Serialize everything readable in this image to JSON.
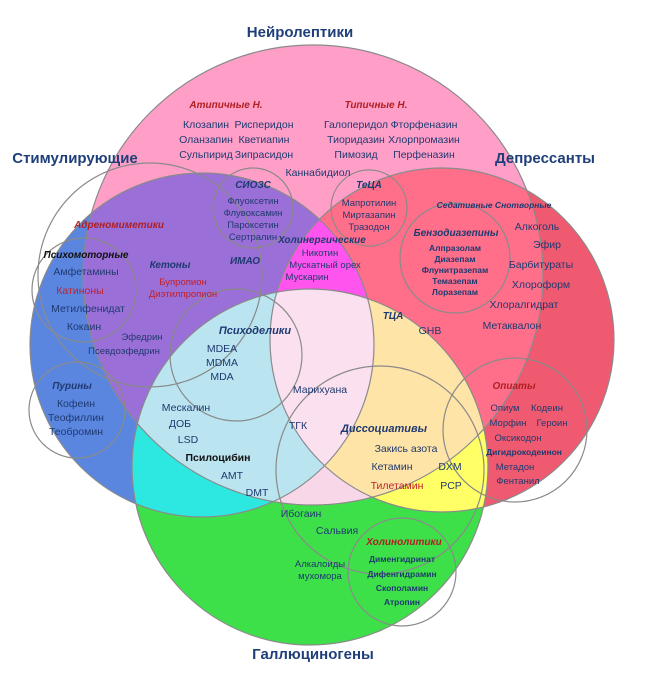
{
  "sets": {
    "neuroleptics": {
      "label": "Нейролептики",
      "color": "#ff9fc8"
    },
    "stimulants": {
      "label": "Стимулирующие",
      "color": "#5a86e0"
    },
    "depressants": {
      "label": "Депрессанты",
      "color": "#f05a70"
    },
    "hallucinogens": {
      "label": "Галлюциногены",
      "color": "#3ee04a"
    }
  },
  "overlap_colors": {
    "neuro_stim": "#9b6fd8",
    "neuro_dep": "#ff6f8a",
    "stim_hall": "#2de8e0",
    "dep_hall": "#ffff66",
    "neuro_stim_dep": "#ff55ee",
    "neuro_hall": "#f8d8e8",
    "center": "#ffffff"
  },
  "groups": {
    "atypical": {
      "title": "Атипичные Н.",
      "col1": [
        "Клозапин",
        "Оланзапин",
        "Сульпирид"
      ],
      "col2": [
        "Рисперидон",
        "Кветиапин",
        "Зипрасидон"
      ]
    },
    "typical": {
      "title": "Типичные Н.",
      "col1": [
        "Галоперидол",
        "Тиоридазин",
        "Пимозид"
      ],
      "col2": [
        "Фторфеназин",
        "Хлорпромазин",
        "Перфеназин"
      ]
    },
    "cannabidiol": "Каннабидиол",
    "ssri": {
      "title": "СИОЗС",
      "items": [
        "Флуоксетин",
        "Флувоксамин",
        "Пароксетин",
        "Сертралин"
      ]
    },
    "teca": {
      "title": "ТеЦА",
      "items": [
        "Мапротилин",
        "Миртазапин",
        "Тразодон"
      ]
    },
    "sedatives": "Седативные Снотворные",
    "benzo": {
      "title": "Бензодиазепины",
      "items": [
        "Алпразолам",
        "Диазепам",
        "Флунитразепам",
        "Темазепам",
        "Лоразепам"
      ]
    },
    "depressant_items": [
      "Алкоголь",
      "Эфир",
      "Барбитураты",
      "Хлороформ",
      "Хлоралгидрат",
      "Метаквалон"
    ],
    "adrenomimetics": "Адреномиметики",
    "psychomotor": {
      "title": "Психомоторные",
      "items": [
        "Амфетамины",
        "Катиноны",
        "Метилфенидат",
        "Кокаин"
      ]
    },
    "ketones": {
      "title": "Кетоны",
      "items": [
        "Бупропион",
        "Диэтилпропион"
      ]
    },
    "maoi": "ИМАО",
    "cholinergic": {
      "title": "Холинергические",
      "items": [
        "Никотин",
        "Мускатный орех",
        "Мускарин"
      ]
    },
    "ephedrine": [
      "Эфедрин",
      "Псевдоэфедрин"
    ],
    "psychedelics": {
      "title": "Психоделики",
      "items": [
        "MDEA",
        "MDMA",
        "MDA"
      ]
    },
    "tca": "ТЦА",
    "ghb": "GHB",
    "purines": {
      "title": "Пурины",
      "items": [
        "Кофеин",
        "Теофиллин",
        "Теобромин"
      ]
    },
    "marijuana": "Марихуана",
    "opiates": {
      "title": "Опиаты",
      "items": [
        "Опиум",
        "Кодеин",
        "Морфин",
        "Героин",
        "Оксикодон",
        "Дигидрокодеинон",
        "Метадон",
        "Фентанил"
      ]
    },
    "hallucinogen_items": [
      "Мескалин",
      "ДОБ",
      "LSD",
      "Псилоцибин",
      "AMT",
      "DMT"
    ],
    "thc": "ТГК",
    "dissociatives": {
      "title": "Диссоциативы",
      "items": [
        "Закись азота",
        "Кетамин",
        "DXM",
        "Тилетамин",
        "PCP"
      ]
    },
    "ibogaine": "Ибогаин",
    "salvia": "Сальвия",
    "amanita": [
      "Алкалоиды",
      "мухомора"
    ],
    "cholinolytics": {
      "title": "Холинолитики",
      "items": [
        "Дименгидринат",
        "Дифенгидрамин",
        "Скополамин",
        "Атропин"
      ]
    }
  }
}
